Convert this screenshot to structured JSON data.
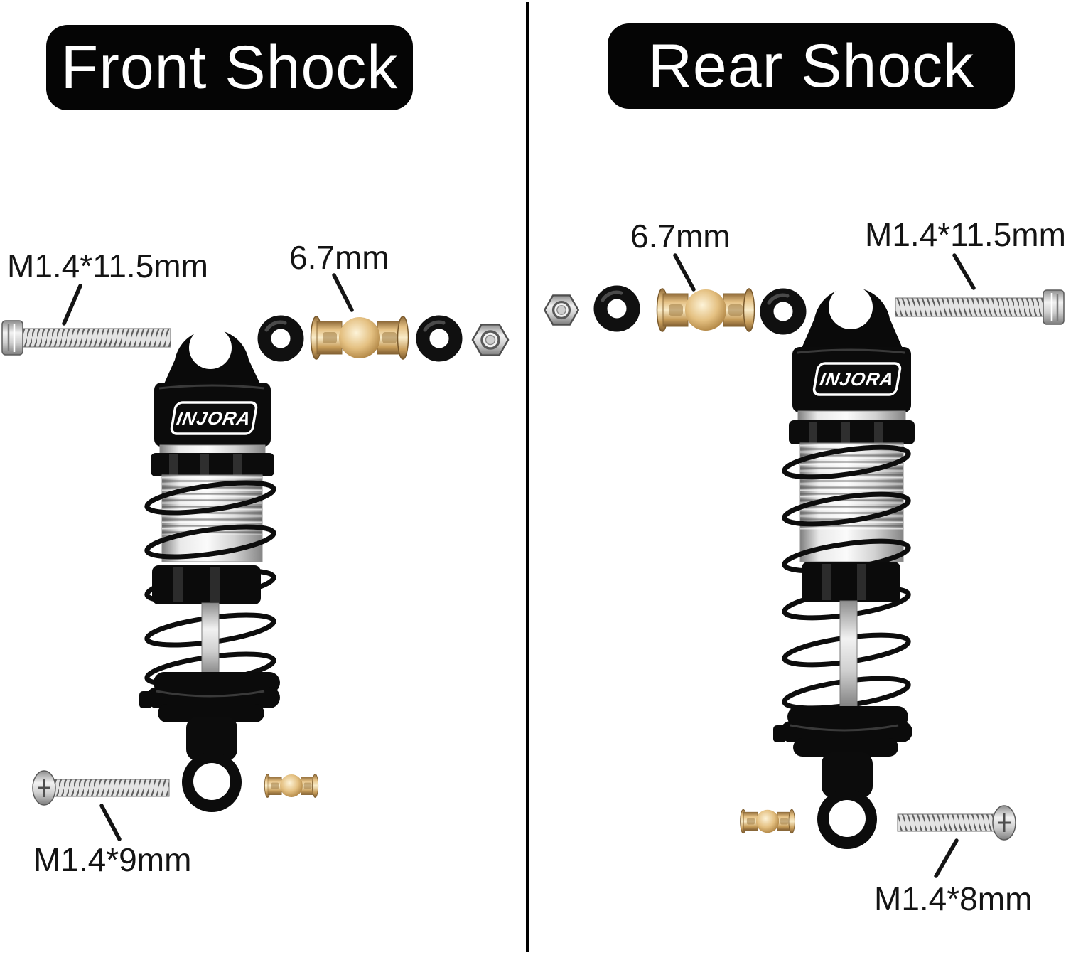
{
  "page": {
    "background": "#ffffff",
    "divider_color": "#000000",
    "label_color": "#141414"
  },
  "front_panel": {
    "title": "Front Shock",
    "brand": "INJORA",
    "labels": {
      "top_screw": "M1.4*11.5mm",
      "ball": "6.7mm",
      "bottom_screw": "M1.4*9mm"
    }
  },
  "rear_panel": {
    "title": "Rear Shock",
    "brand": "INJORA",
    "labels": {
      "ball": "6.7mm",
      "top_screw": "M1.4*11.5mm",
      "bottom_screw": "M1.4*8mm"
    }
  },
  "colors": {
    "brass": "#dcb272",
    "steel": "#c9c9c9",
    "rubber": "#141414",
    "shock_body": "#0b0b0b",
    "spring": "#0d0d0d"
  }
}
